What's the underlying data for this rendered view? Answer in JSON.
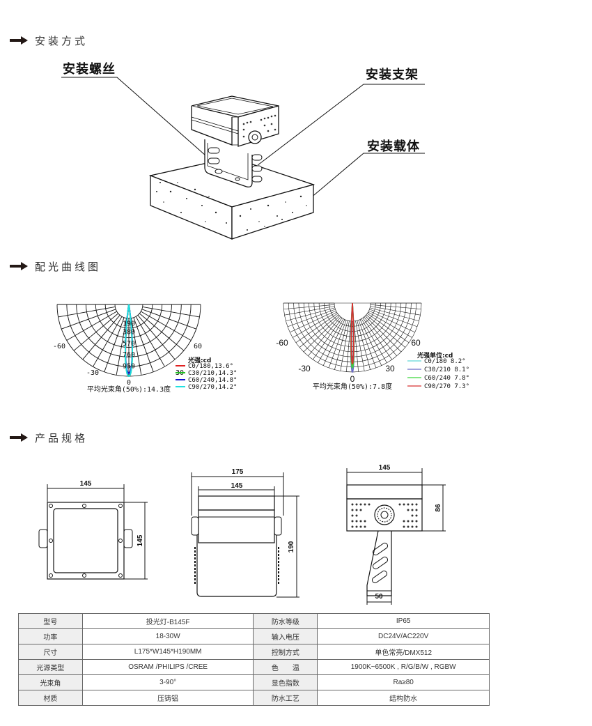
{
  "sections": {
    "install": {
      "title": "安装方式"
    },
    "light": {
      "title": "配光曲线图"
    },
    "spec": {
      "title": "产品规格"
    }
  },
  "install_callouts": {
    "screw": "安装螺丝",
    "bracket": "安装支架",
    "carrier": "安装载体"
  },
  "chart_data": [
    {
      "type": "polar",
      "title": "",
      "angle_ticks": [
        "-60",
        "-30",
        "0",
        "30",
        "60"
      ],
      "radial_ticks": [
        "190",
        "380",
        "570",
        "760",
        "950"
      ],
      "radial_unit_label": "光强:cd",
      "series": [
        {
          "name": "C0/180,13.6°",
          "color": "#e02020",
          "beam_angle": 13.6
        },
        {
          "name": "C30/210,14.3°",
          "color": "#22c022",
          "beam_angle": 14.3
        },
        {
          "name": "C60/240,14.8°",
          "color": "#1010d0",
          "beam_angle": 14.8
        },
        {
          "name": "C90/270,14.2°",
          "color": "#20e0e0",
          "beam_angle": 14.2
        }
      ],
      "caption": "平均光束角(50%):14.3度",
      "rmax": 950,
      "legend_position": "bottom-right"
    },
    {
      "type": "polar",
      "title": "",
      "angle_ticks": [
        "-60",
        "-30",
        "0",
        "30",
        "60"
      ],
      "radial_ticks": [],
      "radial_unit_label": "光强单位:cd",
      "series": [
        {
          "name": "C0/180 8.2°",
          "color": "#5fd8d8",
          "beam_angle": 8.2
        },
        {
          "name": "C30/210 8.1°",
          "color": "#6a6ac8",
          "beam_angle": 8.1
        },
        {
          "name": "C60/240 7.8°",
          "color": "#3ad83a",
          "beam_angle": 7.8
        },
        {
          "name": "C90/270 7.3°",
          "color": "#d83030",
          "beam_angle": 7.3
        }
      ],
      "caption": "平均光束角(50%):7.8度",
      "legend_position": "bottom-right"
    }
  ],
  "drawings": {
    "front": {
      "width": "145",
      "height": "145"
    },
    "side": {
      "outer_width": "175",
      "inner_width": "145",
      "height": "190"
    },
    "top": {
      "width": "145",
      "height": "86",
      "bracket": "50"
    }
  },
  "spec_table": [
    {
      "k1": "型号",
      "v1": "投光灯-B145F",
      "k2": "防水等级",
      "v2": "IP65"
    },
    {
      "k1": "功率",
      "v1": "18-30W",
      "k2": "输入电压",
      "v2": "DC24V/AC220V"
    },
    {
      "k1": "尺寸",
      "v1": "L175*W145*H190MM",
      "k2": "控制方式",
      "v2": "单色常亮/DMX512"
    },
    {
      "k1": "光源类型",
      "v1": "OSRAM /PHILIPS /CREE",
      "k2": "色　　温",
      "v2": "1900K~6500K , R/G/B/W , RGBW"
    },
    {
      "k1": "光束角",
      "v1": "3-90°",
      "k2": "显色指数",
      "v2": "Ra≥80"
    },
    {
      "k1": "材质",
      "v1": "压铸铝",
      "k2": "防水工艺",
      "v2": "结构防水"
    }
  ]
}
